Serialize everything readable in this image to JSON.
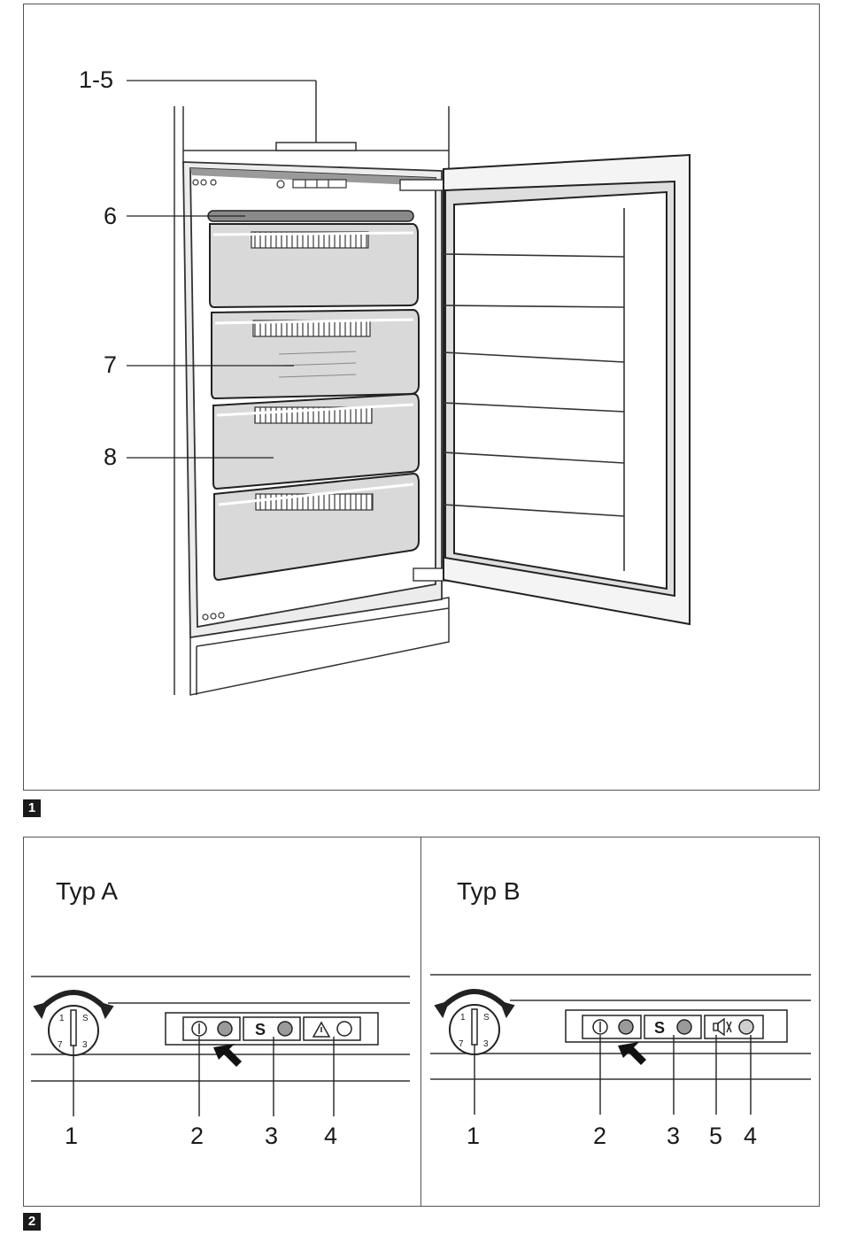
{
  "figure1": {
    "number": "1",
    "callouts": [
      "1-5",
      "6",
      "7",
      "8"
    ]
  },
  "figure2": {
    "number": "2",
    "type_a": {
      "title": "Typ A",
      "callouts": [
        "1",
        "2",
        "3",
        "4"
      ],
      "buttons": [
        {
          "symbol": "power-icon"
        },
        {
          "symbol": "S"
        },
        {
          "symbol": "warning-triangle-icon"
        }
      ]
    },
    "type_b": {
      "title": "Typ B",
      "callouts": [
        "1",
        "2",
        "3",
        "5",
        "4"
      ],
      "buttons": [
        {
          "symbol": "power-icon"
        },
        {
          "symbol": "S"
        },
        {
          "symbol": "speaker-mute-icon"
        }
      ]
    }
  }
}
